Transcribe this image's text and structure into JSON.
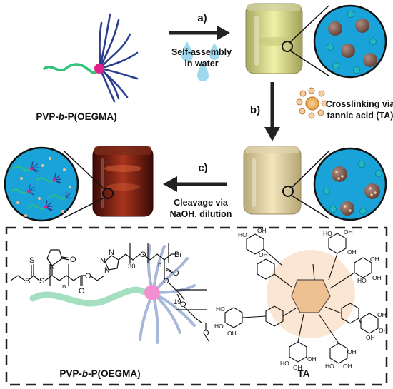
{
  "top_scheme": {
    "polymer_label_prefix": "PVP-",
    "polymer_label_b": "b",
    "polymer_label_suffix": "-P(OEGMA)"
  },
  "steps": [
    {
      "letter": "a)",
      "line1": "Self-assembly",
      "line2": "in water"
    },
    {
      "letter": "b)",
      "line1": "Crosslinking via",
      "line2": "tannic acid (TA)"
    },
    {
      "letter": "c)",
      "line1": "Cleavage via",
      "line2": "NaOH, dilution"
    }
  ],
  "structures": {
    "pvp_label_prefix": "PVP-",
    "pvp_label_b": "b",
    "pvp_label_suffix": "-P(OEGMA)",
    "ta_label": "TA",
    "atom_labels": {
      "S1": "S",
      "S2": "S",
      "O_ester": "O",
      "O_link": "O",
      "O_amide": "O",
      "N_pyr": "N",
      "N_tri1": "N",
      "N_tri2": "N",
      "N_tri3": "N",
      "O_peg": "O",
      "O_meth": "O",
      "Br": "Br",
      "sub_n1": "n",
      "sub_n2": "n",
      "sub_30": "30",
      "sub_19": "19"
    }
  },
  "colors": {
    "arrow": "#222222",
    "pvp_chain": "#2fc37a",
    "pvp_chain_light": "#a4e0c0",
    "junction": "#e0218a",
    "junction_light": "#f38fd0",
    "oegma_brush": "#2b3f8f",
    "oegma_brush_light": "#a8b8d8",
    "particle_brown": "#7d5a4e",
    "particle_cyan": "#22b7c3",
    "zoom_fill": "#19a3d9",
    "vial_yellow": "#d9d98a",
    "vial_cream": "#e7d7a6",
    "vial_red": "#7a1e12",
    "ta_orange": "#f3c89c",
    "ta_core": "#e6a24d"
  }
}
